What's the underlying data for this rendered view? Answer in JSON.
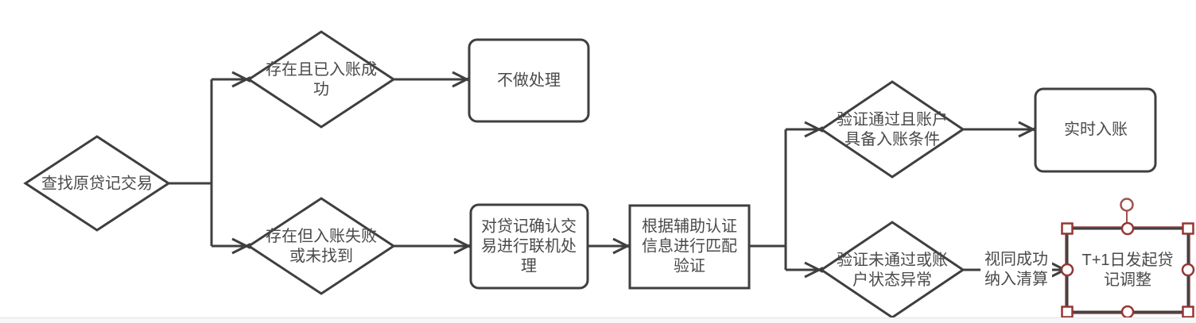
{
  "app": {
    "view": "flowchart-editor-canvas"
  },
  "palette": {
    "shape_stroke": "#3f3f3f",
    "shape_fill": "#ffffff",
    "text_color": "#4a4a4a",
    "selection_handle_color": "#963634",
    "rotation_handle_color": "#a0524d",
    "canvas_bg": "#ffffff"
  },
  "nodes": [
    {
      "id": "find-original-credit-tx",
      "shape": "decision",
      "label": "查找原贷记交易"
    },
    {
      "id": "exists-posted-success",
      "shape": "decision",
      "label": "存在且已入账成功"
    },
    {
      "id": "no-action",
      "shape": "process",
      "label": "不做处理"
    },
    {
      "id": "exists-post-failed-or-missing",
      "shape": "decision",
      "label": "存在但入账失败或未找到"
    },
    {
      "id": "online-process-credit-confirm",
      "shape": "process",
      "label": "对贷记确认交易进行联机处理"
    },
    {
      "id": "match-verify-aux-auth",
      "shape": "process",
      "label": "根据辅助认证信息进行匹配验证"
    },
    {
      "id": "verify-pass-account-ok",
      "shape": "decision",
      "label": "验证通过且账户具备入账条件"
    },
    {
      "id": "realtime-posting",
      "shape": "process",
      "label": "实时入账"
    },
    {
      "id": "verify-fail-account-abnormal",
      "shape": "decision",
      "label": "验证未通过或账户状态异常"
    },
    {
      "id": "t1-credit-adjustment",
      "shape": "process",
      "label": "T+1日发起贷记调整",
      "selected": true
    }
  ],
  "edges": {
    "deemed_success_label": "视同成功纳入清算"
  }
}
